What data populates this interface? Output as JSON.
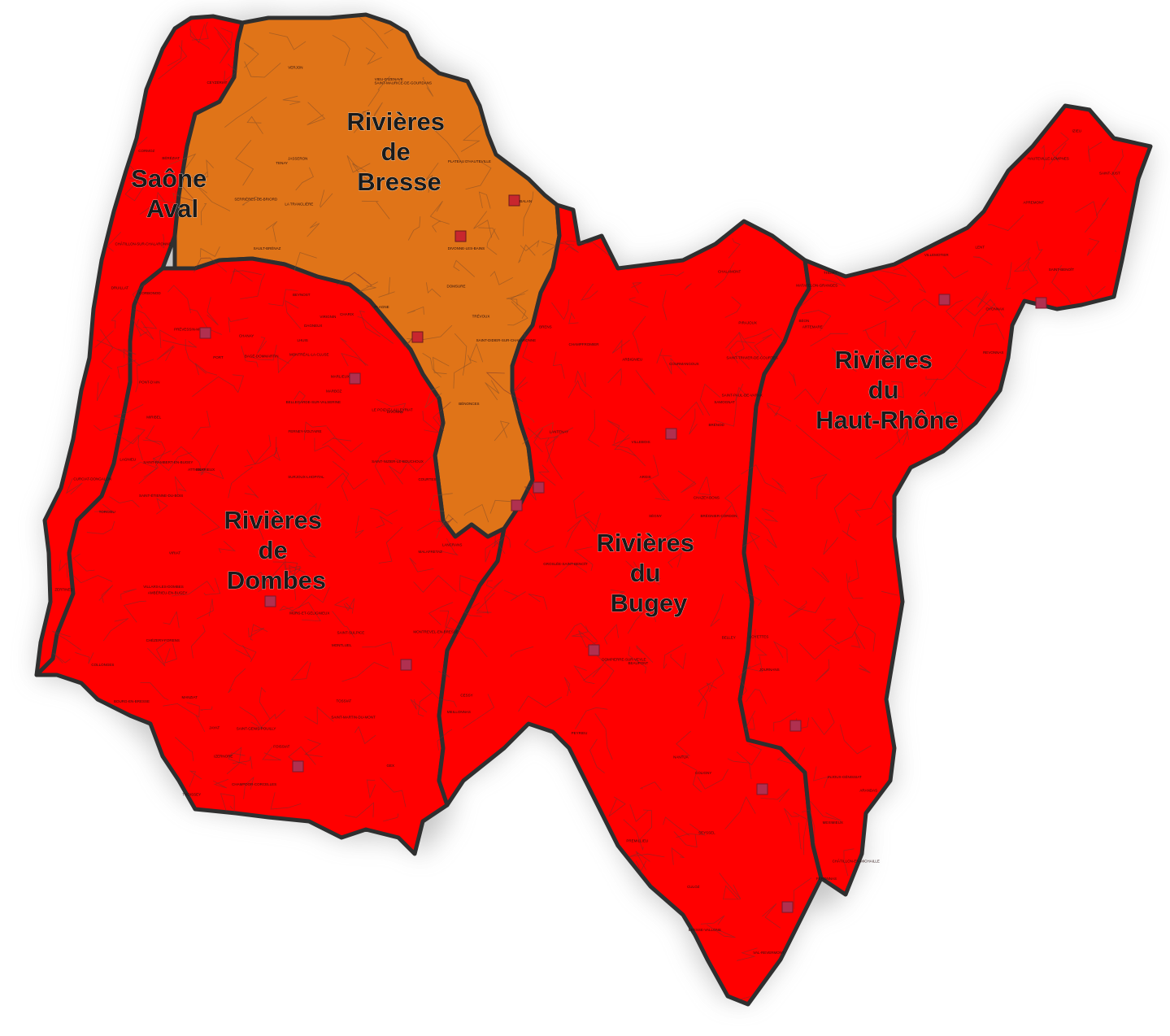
{
  "map": {
    "regions": [
      {
        "id": "saone-aval",
        "label_lines": [
          "Saône",
          "Aval"
        ],
        "level_color": "#ff0000"
      },
      {
        "id": "rivieres-de-bresse",
        "label_lines": [
          "Rivières",
          "de",
          "Bresse"
        ],
        "level_color": "#e07418"
      },
      {
        "id": "rivieres-de-dombes",
        "label_lines": [
          "Rivières",
          "de",
          "Dombes"
        ],
        "level_color": "#ff0000"
      },
      {
        "id": "rivieres-du-bugey",
        "label_lines": [
          "Rivières",
          "du",
          "Bugey"
        ],
        "level_color": "#ff0000"
      },
      {
        "id": "rivieres-du-haut-rhone",
        "label_lines": [
          "Rivières",
          "du",
          "Haut-Rhône"
        ],
        "level_color": "#ff0000"
      }
    ],
    "colors": {
      "red_level": "#ff0000",
      "orange_level": "#e07418",
      "border": "#2f2f2f"
    },
    "commune_labels": [
      "CURCIAT-DONGALON",
      "SAINT-TRIVIER-DE-COURTES",
      "COURTES",
      "SAINT-NIZIER-LE-BOUCHOUX",
      "CORMOZ",
      "BEAUPONT",
      "DOMSURE",
      "COLIGNY",
      "PIRAJOUX",
      "FOISSIAT",
      "JAYAT",
      "MARBOZ",
      "VILLEMOTIER",
      "VERJON",
      "COURMANGOUX",
      "MALAFRETAZ",
      "BRESSE-VALLONS",
      "MONTREVEL-EN-BRESSE",
      "BÉRÉZIAT",
      "MANZIAT",
      "BAGÉ-DOMMARTIN",
      "SAINT-SULPICE",
      "ATTIGNAT",
      "SAINT-ÉTIENNE-DU-BOIS",
      "VAL-REVERMONT",
      "MEILLONNAS",
      "VIRIAT",
      "BOURG-EN-BRESSE",
      "SAINT-JUST",
      "CEYZÉRIAT",
      "JASSERON",
      "REVONNAS",
      "TOSSIAT",
      "JOURNANS",
      "ZERTINES",
      "SAINT-MARTIN-DU-MONT",
      "LA TRANCLIÈRE",
      "DRUILLAT",
      "SAINT-DIDIER-SUR-CHALARONNE",
      "THOISSEY",
      "CHÂTILLON-SUR-CHALARONNE",
      "VILLARS-LES-DOMBES",
      "MARLIEUX",
      "SAINT-PAUL-DE-VARAX",
      "LENT",
      "DOMPIERRE-SUR-VEYLE",
      "CHALAMONT",
      "MEXIMIEUX",
      "TRÉVOUX",
      "REYRIEUX",
      "MONTLUEL",
      "MIRIBEL",
      "BEYNOST",
      "DAGNEUX",
      "BALAN",
      "LOYETTES",
      "SAINT-MAURICE-DE-GOURDANS",
      "PÉRONNAS",
      "PONT-D'AIN",
      "AMBÉRIEU-EN-BUGEY",
      "LAGNIEU",
      "SAULT-BRÉNAZ",
      "LHUIS",
      "BELLEY",
      "VIRIGNIN",
      "CHAZEY-BONS",
      "ARTEMARE",
      "CULOZ",
      "SEYSSEL",
      "HAUTEVILLE-LOMPNES",
      "NANTUA",
      "OYONNAX",
      "IZERNORE",
      "MONTRÉAL-LA-CLUSE",
      "BELLEGARDE-SUR-VALSERINE",
      "CHÂTILLON-EN-MICHAILLE",
      "COLLONGES",
      "GEX",
      "DIVONNE-LES-BAINS",
      "FERNEY-VOLTAIRE",
      "SAINT-GENIS-POUILLY",
      "THOIRY",
      "CESSY",
      "DIVONNE",
      "SÉGNY",
      "PRÉVESSIN-MOËNS",
      "CHÉZERY-FORENS",
      "CHAMPFROMIER",
      "LANCRANS",
      "INJOUX-GÉNISSIAT",
      "SURJOUX-LHOPITAL",
      "CORBONOD",
      "BÉON",
      "CHANAY",
      "CHARIX",
      "LE POIZAT-LALLEYRIAT",
      "PLAGNE",
      "APREMONT",
      "PORT",
      "MATAFELON-GRANGES",
      "SAMOGNAT",
      "VIEU-D'IZENAVE",
      "LANTENAY",
      "BRÉNOD",
      "CHAMPDOR-CORCELLES",
      "PLATEAU D'HAUTEVILLE",
      "ARANDAS",
      "ARGIS",
      "TENAY",
      "SAINT-RAMBERT-EN-BUGEY",
      "TORCIEU",
      "VILLEBOIS",
      "SERRIÈRES-DE-BRIORD",
      "BÉNONCES",
      "PREMILLIEU",
      "ARBIGNIEU",
      "BRENS",
      "MURS-ET-GÉLIGNIEUX",
      "SAINT-BENOÎT",
      "GROSLÉE-SAINT-BENOÎT",
      "IZIEU",
      "BRÉGNIER-CORDON",
      "PEYRIEU"
    ]
  }
}
